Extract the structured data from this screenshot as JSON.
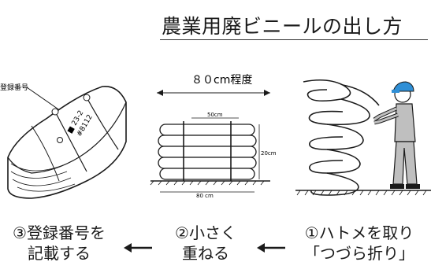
{
  "title": "農業用廃ビニールの出し方",
  "fig_left": {
    "label": "登録番号",
    "bale_text": [
      "■ 23-2",
      "#8112"
    ]
  },
  "fig_middle": {
    "width_label": "８０cm程度",
    "dim_top": "50cm",
    "dim_side": "20cm",
    "dim_bottom": "80 cm"
  },
  "steps": [
    {
      "lines": [
        "③登録番号を",
        "記載する"
      ]
    },
    {
      "lines": [
        "②小さく",
        "重ねる"
      ]
    },
    {
      "lines": [
        "①ハトメを取り",
        "「つづら折り」"
      ]
    }
  ],
  "colors": {
    "helmet": "#2f8fd6",
    "overalls": "#bfbfbf",
    "ink": "#1a1a1a"
  }
}
